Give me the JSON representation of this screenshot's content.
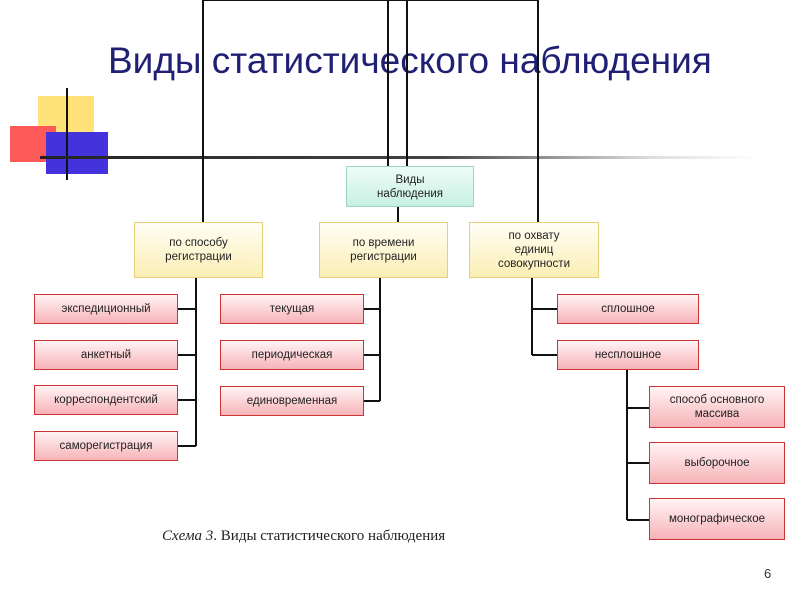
{
  "slide": {
    "title": "Виды статистического наблюдения",
    "page_number": "6"
  },
  "diagram": {
    "root": "Виды наблюдения",
    "branches": [
      {
        "label": "по способу регистрации",
        "items": [
          "экспедиционный",
          "анкетный",
          "корреспондентский",
          "саморегистрация"
        ]
      },
      {
        "label": "по времени регистрации",
        "items": [
          "текущая",
          "периодическая",
          "единовременная"
        ]
      },
      {
        "label": "по охвату единиц совокупности",
        "items": [
          "сплошное",
          "несплошное"
        ],
        "sub_items": [
          "способ основного массива",
          "выборочное",
          "монографическое"
        ]
      }
    ]
  },
  "caption": {
    "italic": "Схема 3",
    "text": ". Виды статистического наблюдения"
  },
  "colors": {
    "title": "#1f1f73",
    "connector": "#111111",
    "root_fill": "#c8f0e2",
    "category_fill": "#fbeeb4",
    "leaf_fill": "#f7b3b8",
    "leaf_border": "#cc3333"
  }
}
